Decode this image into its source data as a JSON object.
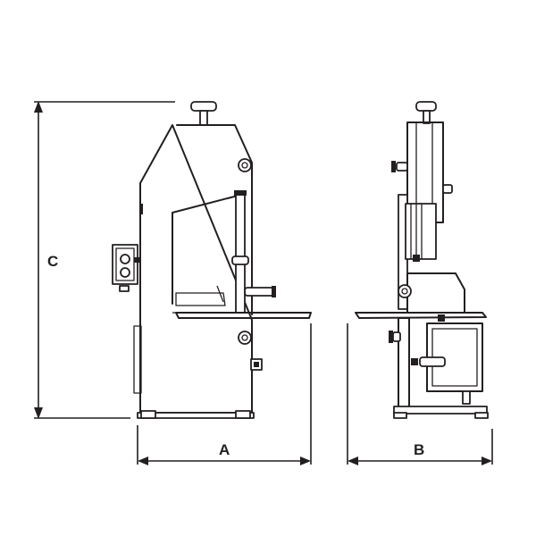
{
  "diagram": {
    "dimension_labels": {
      "width_front": "A",
      "width_side": "B",
      "height": "C"
    },
    "colors": {
      "line": "#231f20",
      "background": "#ffffff"
    }
  }
}
